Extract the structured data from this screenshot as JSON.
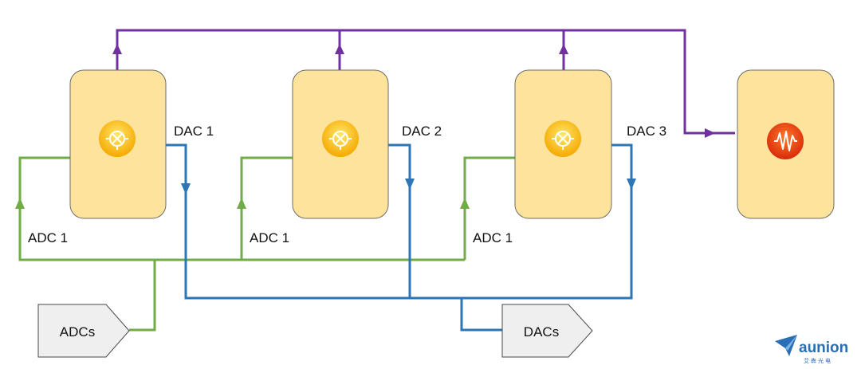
{
  "colors": {
    "module_fill": "#fde39b",
    "module_stroke": "#6b6b6b",
    "green_line": "#70ad47",
    "blue_line": "#2e75b6",
    "purple_line": "#7030a0",
    "mixer_icon": "#f5b400",
    "signal_icon": "#e53b12",
    "logo": "#2a6fb5"
  },
  "modules": [
    {
      "icon": "mixer-icon",
      "dac_label": "DAC 1",
      "adc_label": "ADC 1"
    },
    {
      "icon": "mixer-icon",
      "dac_label": "DAC 2",
      "adc_label": "ADC 1"
    },
    {
      "icon": "mixer-icon",
      "dac_label": "DAC 3",
      "adc_label": "ADC 1"
    }
  ],
  "output_module": {
    "icon": "waveform-icon"
  },
  "adcs_label": "ADCs",
  "dacs_label": "DACs",
  "logo": {
    "name": "aunion",
    "subtitle": "艾犇光电",
    "icon": "paper-plane-icon"
  }
}
